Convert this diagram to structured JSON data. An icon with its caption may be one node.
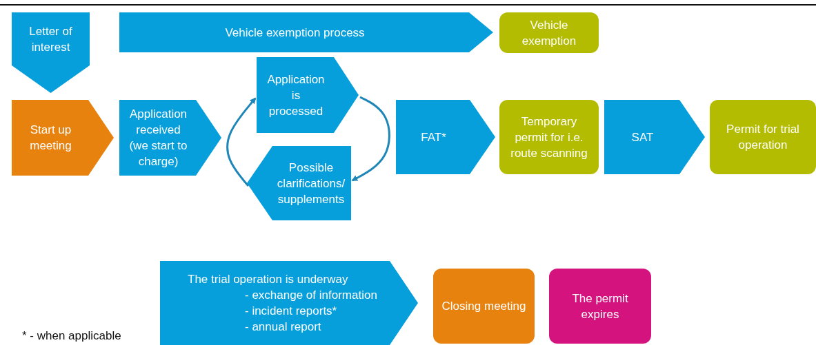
{
  "diagram": {
    "nodes": [
      {
        "text": [
          "Letter of interest"
        ]
      },
      {
        "text": [
          "Vehicle exemption process"
        ]
      },
      {
        "text": [
          "Vehicle exemption"
        ]
      },
      {
        "text": [
          "Start up meeting"
        ]
      },
      {
        "text": [
          "Application received (we start to charge)"
        ]
      },
      {
        "text": [
          "Application is processed"
        ]
      },
      {
        "text": [
          "Possible clarifications/ supplements"
        ]
      },
      {
        "text": [
          "FAT*"
        ]
      },
      {
        "text": [
          "Temporary permit for i.e. route scanning"
        ]
      },
      {
        "text": [
          "SAT"
        ]
      },
      {
        "text": [
          "Permit for trial operation"
        ]
      },
      {
        "text": [
          "The trial operation is underway",
          "- exchange of information",
          "- incident reports*",
          "- annual report"
        ]
      },
      {
        "text": [
          "Closing meeting"
        ]
      },
      {
        "text": [
          "The permit expires"
        ]
      }
    ],
    "edges": [
      {
        "from": 6,
        "to": 5,
        "arrow": "to"
      },
      {
        "from": 5,
        "to": 6,
        "arrow": "to"
      }
    ],
    "labels": [
      "* - when applicable"
    ]
  }
}
